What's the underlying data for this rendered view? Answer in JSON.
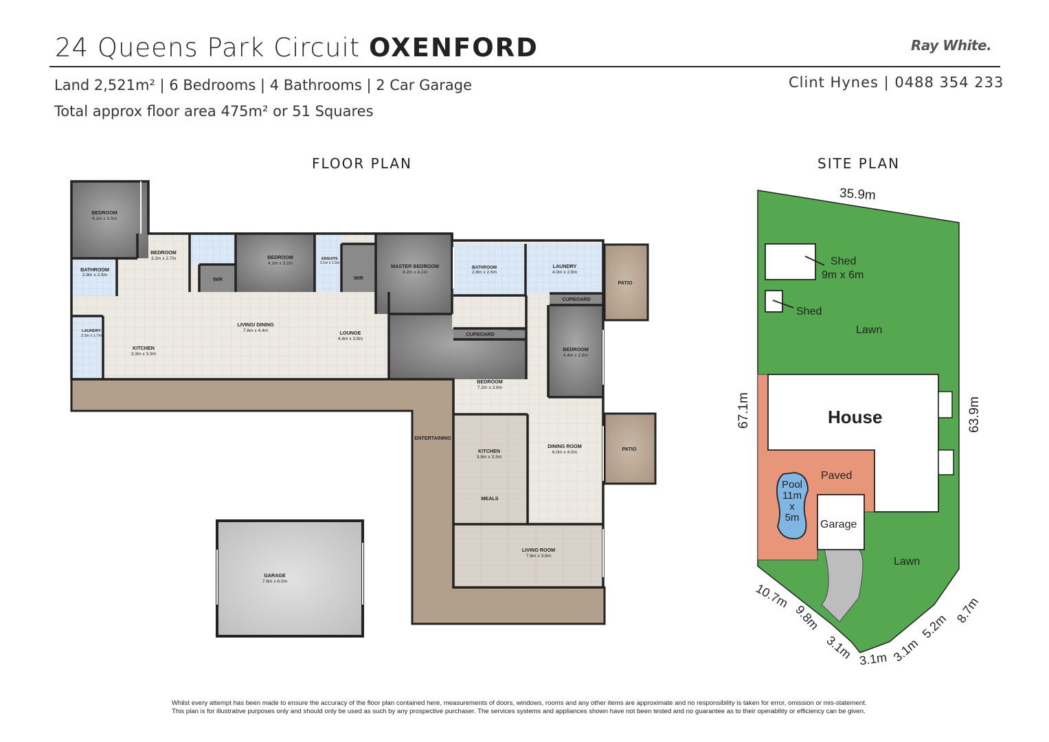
{
  "header": {
    "address": "24 Queens Park Circuit",
    "suburb": "OXENFORD",
    "brand": "Ray White",
    "summary_line": "Land 2,521m² | 6 Bedrooms | 4 Bathrooms | 2 Car Garage",
    "area_line": "Total approx floor area 475m² or 51 Squares",
    "agent_line": "Clint Hynes | 0488 354 233"
  },
  "floor_plan": {
    "title": "FLOOR PLAN",
    "rooms": [
      {
        "name": "BEDROOM",
        "dims": "4.1m x 3.5m"
      },
      {
        "name": "BEDROOM",
        "dims": "3.2m x 2.7m"
      },
      {
        "name": "BATHROOM",
        "dims": "2.9m x 2.5m"
      },
      {
        "name": "BEDROOM",
        "dims": "4.1m x 3.2m"
      },
      {
        "name": "ENSUITE",
        "dims": "3.1m x 1.5m"
      },
      {
        "name": "MASTER BEDROOM",
        "dims": "4.2m x 4.1m"
      },
      {
        "name": "BATHROOM",
        "dims": "2.8m x 2.6m"
      },
      {
        "name": "LAUNDRY",
        "dims": "4.0m x 2.6m"
      },
      {
        "name": "LAUNDRY",
        "dims": "3.3m x 1.7m"
      },
      {
        "name": "KITCHEN",
        "dims": "3.3m x 3.3m"
      },
      {
        "name": "LIVING/ DINING",
        "dims": "7.6m x 4.4m"
      },
      {
        "name": "LOUNGE",
        "dims": "4.4m x 3.9m"
      },
      {
        "name": "BEDROOM",
        "dims": "4.4m x 2.8m"
      },
      {
        "name": "BEDROOM",
        "dims": "7.2m x 3.8m"
      },
      {
        "name": "KITCHEN",
        "dims": "3.8m x 3.3m"
      },
      {
        "name": "DINING ROOM",
        "dims": "6.0m x 4.0m"
      },
      {
        "name": "LIVING ROOM",
        "dims": "7.8m x 3.8m"
      },
      {
        "name": "GARAGE",
        "dims": "7.6m x 6.0m"
      }
    ],
    "labels": {
      "wir1": "WIR",
      "wir2": "WIR",
      "cupboard1": "CUPBOARD",
      "cupboard2": "CUPBOARD",
      "cupboard3": "CUPBOARD",
      "patio1": "PATIO",
      "patio2": "PATIO",
      "entertaining": "ENTERTAINING",
      "meals": "MEALS"
    }
  },
  "site_plan": {
    "title": "SITE PLAN",
    "top_dim": "35.9m",
    "left_dim": "67.1m",
    "right_dim": "63.9m",
    "bottom_dims": [
      "10.7m",
      "9.8m",
      "3.1m",
      "3.1m",
      "3.1m",
      "5.2m",
      "8.7m"
    ],
    "house": "House",
    "shed1_name": "Shed",
    "shed1_dims": "9m x 6m",
    "shed2_name": "Shed",
    "lawn1": "Lawn",
    "lawn2": "Lawn",
    "paved": "Paved",
    "pool": [
      "Pool",
      "11m",
      "x",
      "5m"
    ],
    "garage": "Garage",
    "colors": {
      "lawn": "#55a84f",
      "paved": "#e8967a",
      "pool": "#7fb6e4",
      "driveway": "#bdbdbd"
    }
  },
  "disclaimer": [
    "Whilst every attempt has been made to ensure the accuracy of the floor plan contained here, measurements of doors, windows, rooms and any other items are approximate and no responsibility is taken for error, omission or mis-statement.",
    "This plan is for illustrative purposes only and should only be used as such by any prospective purchaser. The services systems and appliances shown have not been tested and no guarantee as to their operability or efficiency can be given."
  ]
}
